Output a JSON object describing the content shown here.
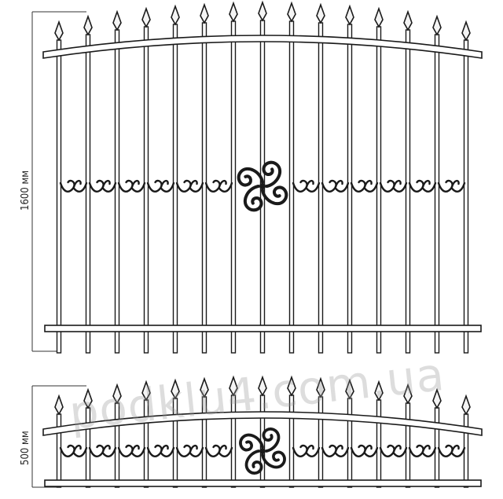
{
  "fence_large": {
    "height_label": "1600 мм"
  },
  "fence_small": {
    "height_label": "500 мм"
  },
  "watermark": {
    "text": "podklu4.com.ua"
  },
  "colors": {
    "metal": "#1a1a1a",
    "panel_fill": "#ffffff",
    "dimension_line": "#333333",
    "watermark": "#969696"
  },
  "icons": {
    "picket_tip": "spear-finial",
    "ornament": "scroll-curl",
    "center_ornament": "quatrefoil-scroll"
  }
}
